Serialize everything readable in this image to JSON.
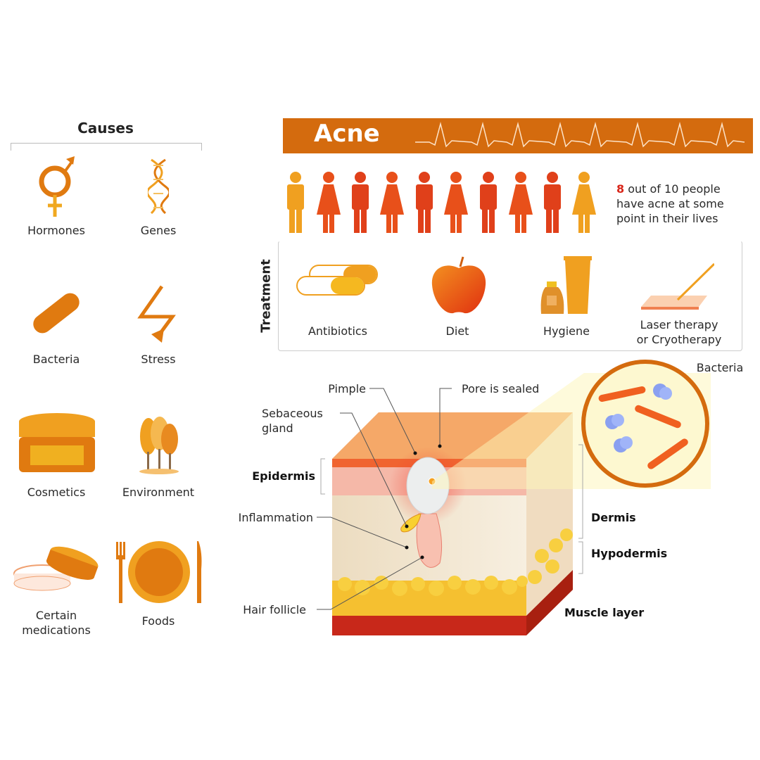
{
  "title": "Acne",
  "causes": {
    "title": "Causes",
    "items": [
      {
        "label": "Hormones",
        "icon": "gender-symbol-icon"
      },
      {
        "label": "Genes",
        "icon": "dna-icon"
      },
      {
        "label": "Bacteria",
        "icon": "bacterium-icon"
      },
      {
        "label": "Stress",
        "icon": "lightning-bolt-icon"
      },
      {
        "label": "Cosmetics",
        "icon": "cosmetic-jar-icon"
      },
      {
        "label": "Environment",
        "icon": "trees-icon"
      },
      {
        "label": "Certain medications",
        "label_line1": "Certain",
        "label_line2": "medications",
        "icon": "pill-box-icon"
      },
      {
        "label": "Foods",
        "icon": "plate-fork-knife-icon"
      }
    ]
  },
  "statistic": {
    "number": "8",
    "text_line1": " out of 10 people",
    "text_line2": "have acne at some",
    "text_line3": "point in their lives",
    "affected": 8,
    "total": 10
  },
  "treatment": {
    "title": "Treatment",
    "items": [
      {
        "label": "Antibiotics",
        "icon": "capsules-icon"
      },
      {
        "label": "Diet",
        "icon": "apple-icon"
      },
      {
        "label": "Hygiene",
        "icon": "bottles-icon"
      },
      {
        "label": "Laser therapy or Cryotherapy",
        "label_line1": "Laser therapy",
        "label_line2": "or Cryotherapy",
        "icon": "laser-icon"
      }
    ]
  },
  "diagram": {
    "labels": {
      "pimple": "Pimple",
      "pore_sealed": "Pore is sealed",
      "sebaceous_line1": "Sebaceous",
      "sebaceous_line2": "gland",
      "epidermis": "Epidermis",
      "inflammation": "Inflammation",
      "hair_follicle": "Hair follicle",
      "dermis": "Dermis",
      "hypodermis": "Hypodermis",
      "muscle_layer": "Muscle layer",
      "bacteria": "Bacteria"
    }
  },
  "colors": {
    "banner": "#d46b0e",
    "male_figure": "#e0401a",
    "female_figure": "#e8501a",
    "unaffected_figure": "#f0a020",
    "icon_orange": "#e07a10",
    "stat_highlight": "#d8261a"
  }
}
